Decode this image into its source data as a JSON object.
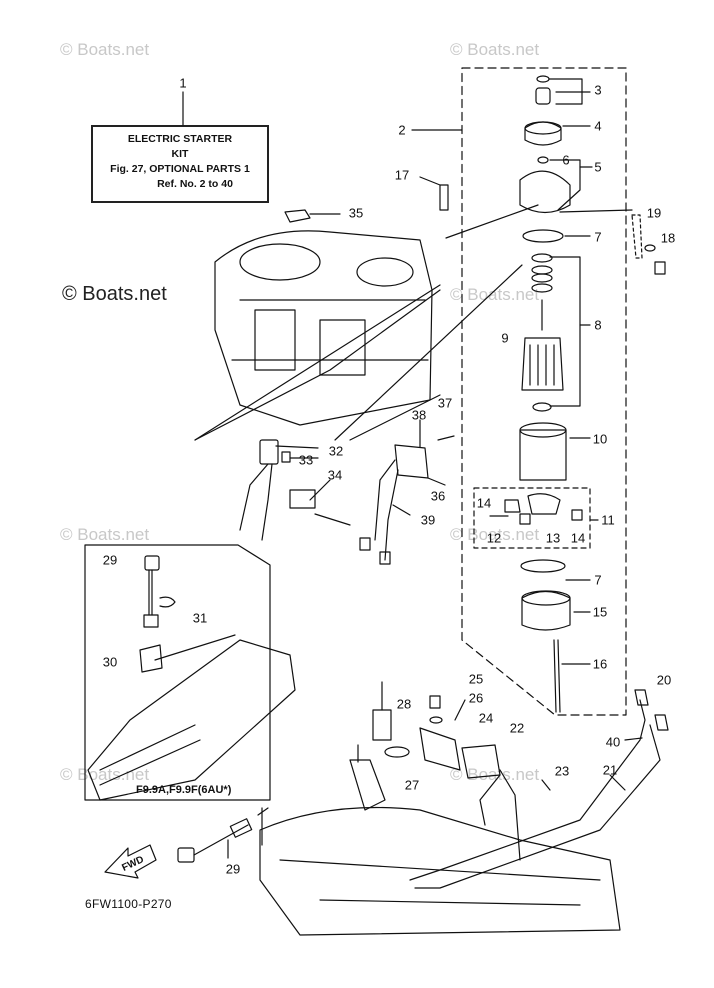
{
  "watermarks": {
    "faint": [
      "© Boats.net",
      "© Boats.net",
      "© Boats.net",
      "© Boats.net",
      "© Boats.net",
      "© Boats.net",
      "© Boats.net"
    ],
    "strong": "© Boats.net"
  },
  "kit_box": {
    "line1": "ELECTRIC STARTER",
    "line2": "KIT",
    "line3": "Fig. 27, OPTIONAL PARTS 1",
    "line4": "Ref. No. 2 to 40"
  },
  "callouts": [
    "1",
    "2",
    "3",
    "4",
    "5",
    "6",
    "7",
    "8",
    "9",
    "10",
    "11",
    "12",
    "13",
    "14",
    "14",
    "15",
    "16",
    "17",
    "18",
    "19",
    "20",
    "21",
    "22",
    "23",
    "24",
    "25",
    "26",
    "27",
    "28",
    "29",
    "29",
    "30",
    "31",
    "32",
    "33",
    "34",
    "35",
    "36",
    "37",
    "38",
    "39",
    "40",
    "7"
  ],
  "inset_caption": "F9.9A,F9.9F(6AU*)",
  "fwd_label": "FWD",
  "diagram_code": "6FW1100-P270",
  "colors": {
    "ink": "#111111",
    "watermark": "#c8c8c8",
    "background": "#ffffff"
  }
}
